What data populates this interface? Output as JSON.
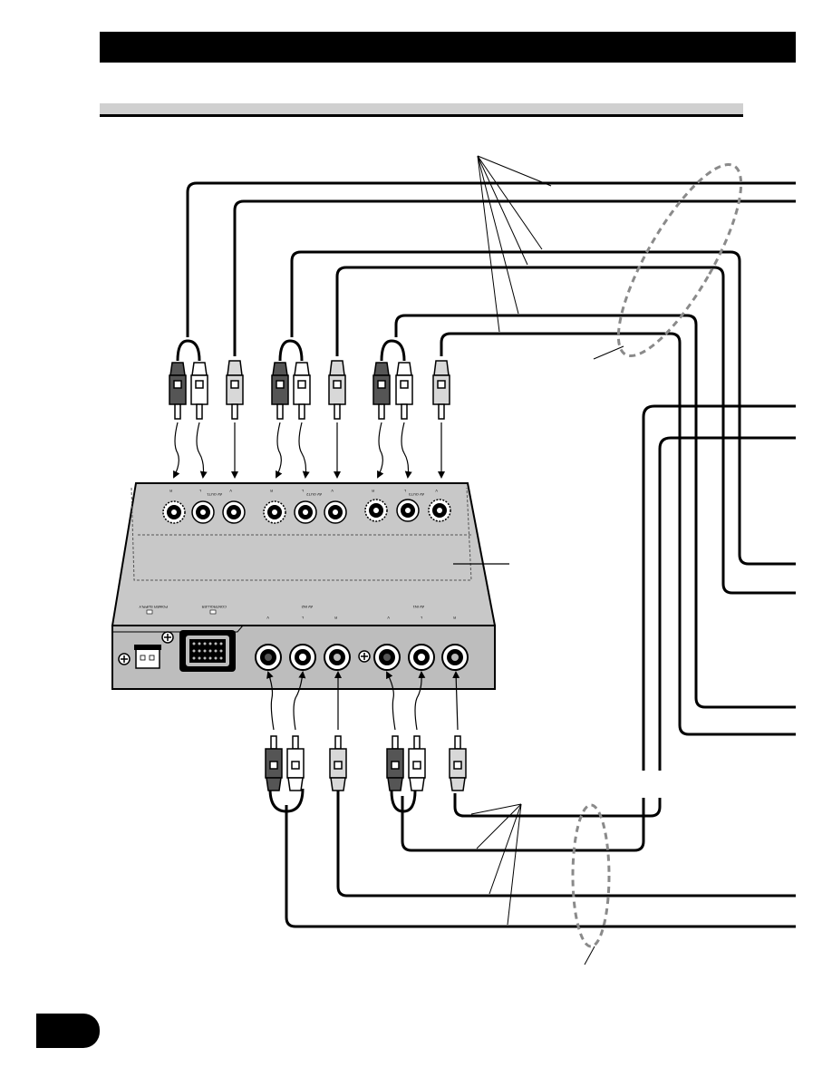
{
  "unit": {
    "top_row_labels": [
      "R",
      "L",
      "V",
      "R",
      "L",
      "V",
      "R",
      "L",
      "V"
    ],
    "top_group_labels": [
      "AV OUT1",
      "AV OUT2",
      "AV OUT3"
    ],
    "bottom_labels": {
      "power": "POWER SUPPLY",
      "controller": "CONTROLLER",
      "av_in2": "AV IN2",
      "av_in1": "AV IN1",
      "jacks": [
        "V",
        "L",
        "R",
        "V",
        "L",
        "R"
      ]
    }
  },
  "colors": {
    "plug_red": "#555555",
    "plug_white": "#ffffff",
    "plug_video": "#d8d8d8",
    "unit_top": "#c8c8c8",
    "unit_front": "#bdbdbd",
    "callout_ellipse": "#8a8a8a"
  },
  "icons": [
    "rca-plug",
    "screw-icon",
    "power-connector",
    "controller-connector"
  ]
}
